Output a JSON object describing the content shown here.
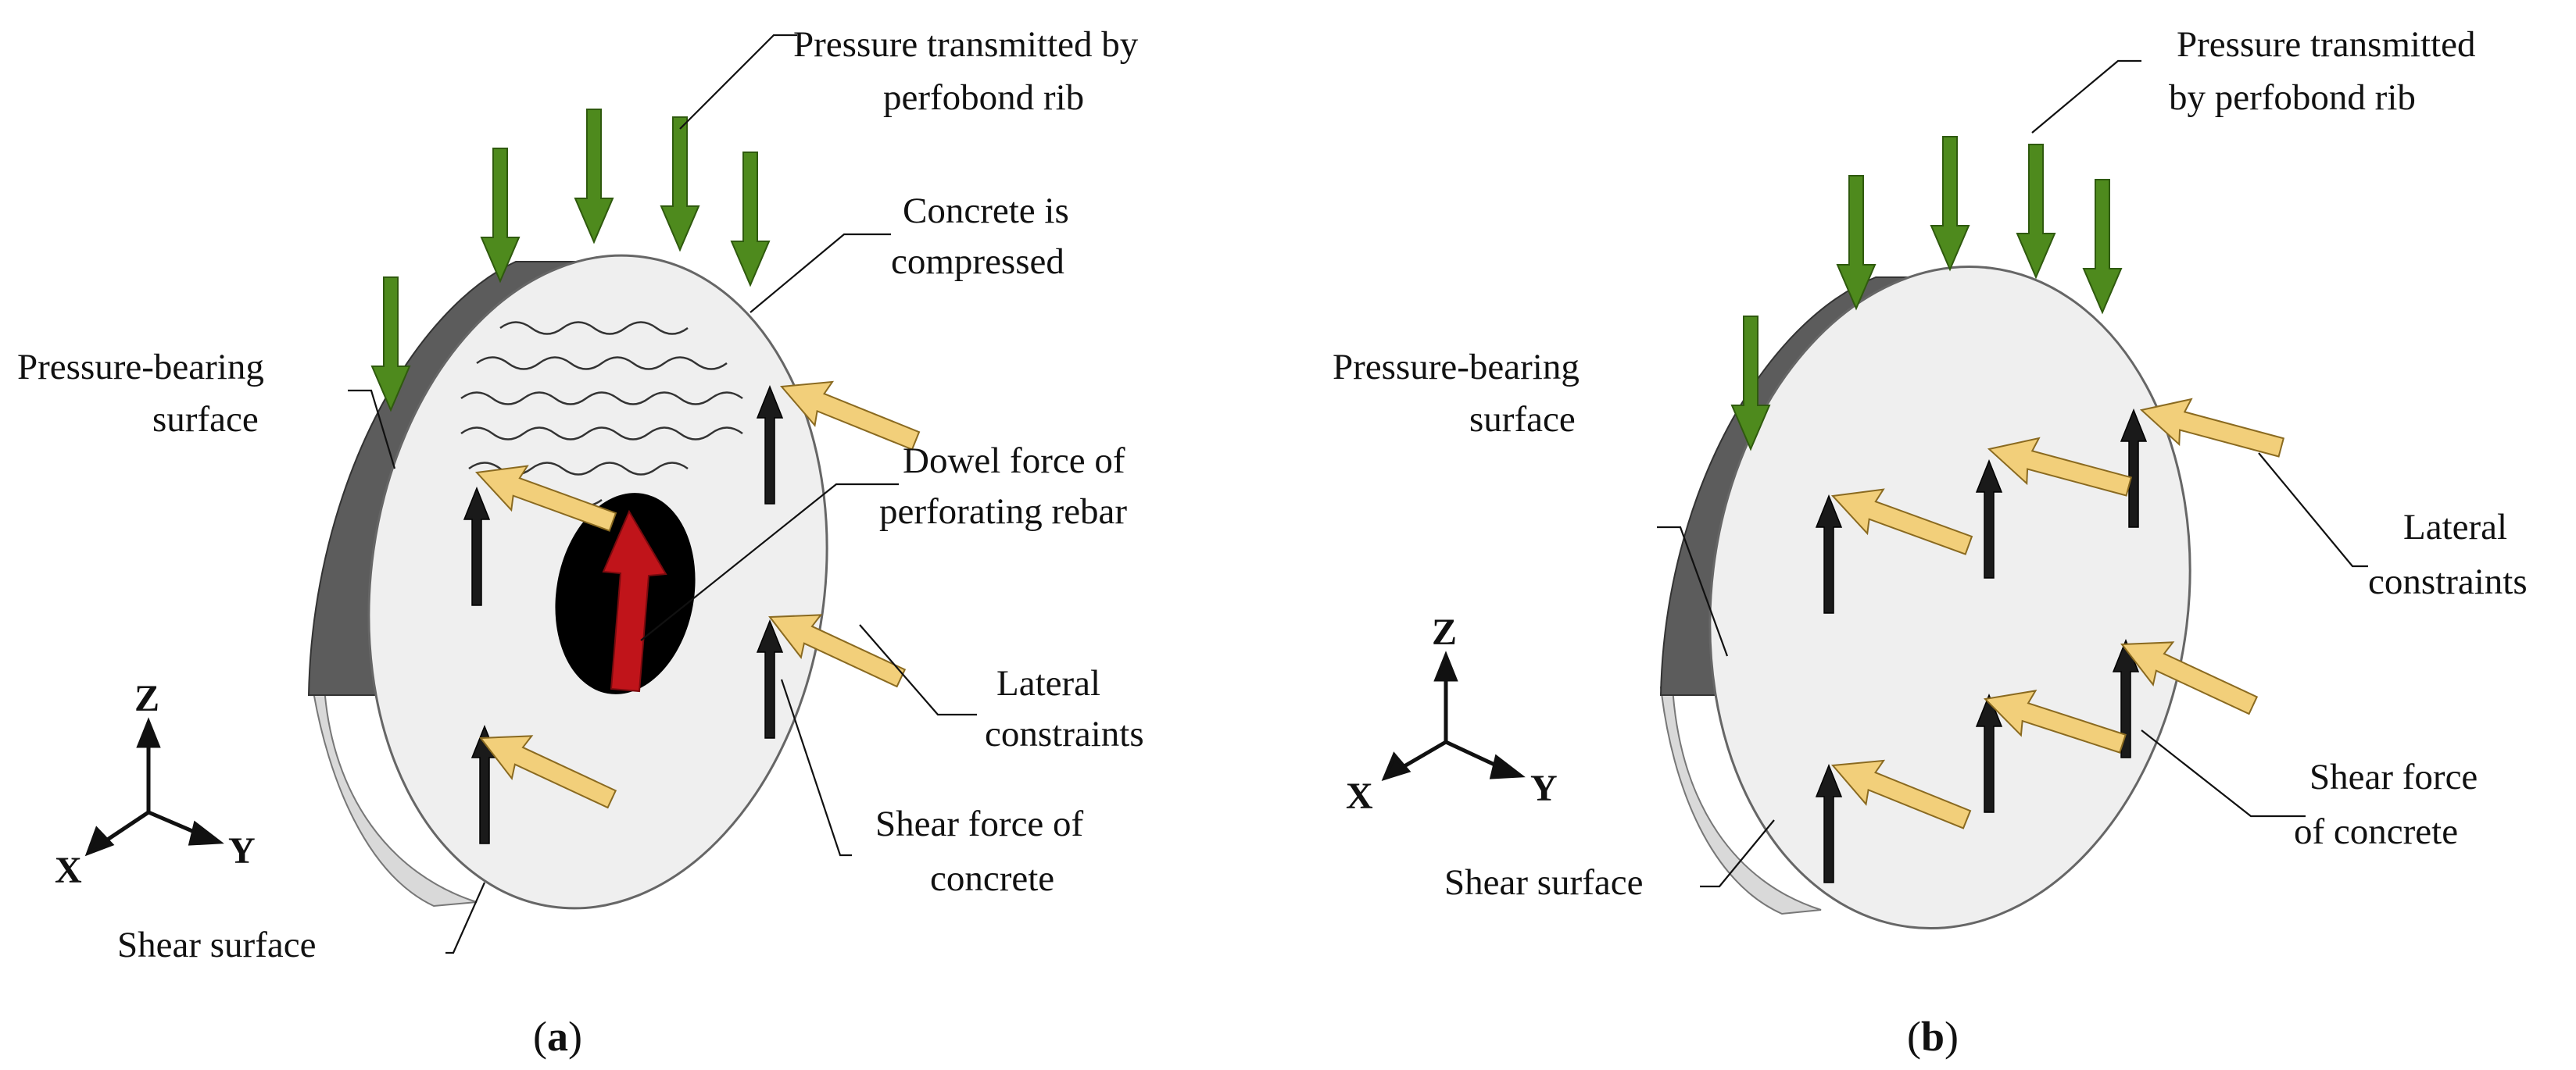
{
  "colors": {
    "disc_face": "#efefef",
    "disc_rim_top": "#5c5c5c",
    "disc_rim_bottom": "#d9d9d9",
    "pressure_arrow": "#4e8a1d",
    "lateral_arrow": "#f2cf7a",
    "shear_arrow": "#1a1a1a",
    "dowel_arrow": "#c0141a",
    "rebar_hole": "#000000"
  },
  "panel_a": {
    "caption_open": "(",
    "caption_letter": "a",
    "caption_close": ")",
    "label_pressure_line1": "Pressure transmitted by",
    "label_pressure_line2": "perfobond rib",
    "label_compressed_line1": "Concrete is",
    "label_compressed_line2": "compressed",
    "label_bearing_line1": "Pressure-bearing",
    "label_bearing_line2": "surface",
    "label_dowel_line1": "Dowel force of",
    "label_dowel_line2": "perforating rebar",
    "label_lateral_line1": "Lateral",
    "label_lateral_line2": "constraints",
    "label_shear_force_line1": "Shear force of",
    "label_shear_force_line2": "concrete",
    "label_shear_surface": "Shear surface",
    "axis_z": "Z",
    "axis_x": "X",
    "axis_y": "Y"
  },
  "panel_b": {
    "caption_open": "(",
    "caption_letter": "b",
    "caption_close": ")",
    "label_pressure_line1": "Pressure transmitted",
    "label_pressure_line2": "by  perfobond rib",
    "label_bearing_line1": "Pressure-bearing",
    "label_bearing_line2": "surface",
    "label_lateral_line1": "Lateral",
    "label_lateral_line2": "constraints",
    "label_shear_force_line1": "Shear force",
    "label_shear_force_line2": "of concrete",
    "label_shear_surface": "Shear surface",
    "axis_z": "Z",
    "axis_x": "X",
    "axis_y": "Y"
  }
}
